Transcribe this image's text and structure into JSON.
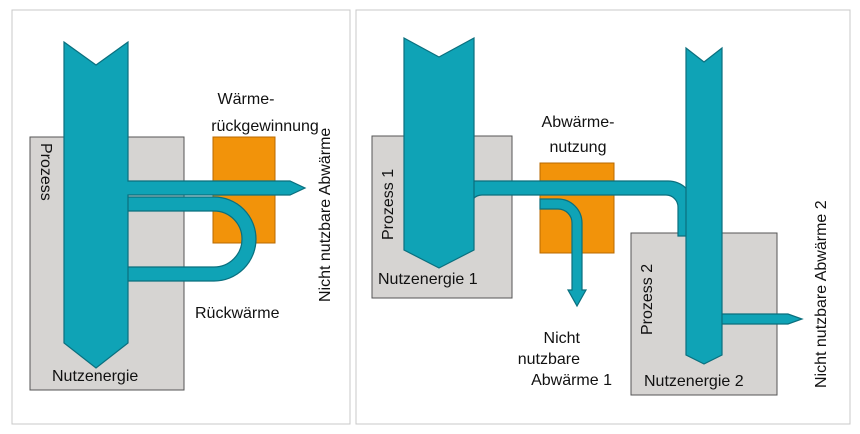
{
  "colors": {
    "flow": "#0fa3b6",
    "flow_stroke": "#0a6f7e",
    "process_box": "#d6d4d2",
    "process_stroke": "#555555",
    "recovery": "#f2930a",
    "recovery_stroke": "#b86a00",
    "panel_border": "#c8c8c8"
  },
  "left_panel": {
    "process_label": "Prozess",
    "useful_energy": "Nutzenergie",
    "recovery_title_1": "Wärme-",
    "recovery_title_2": "rückgewinnung",
    "unusable_waste_heat": "Nicht nutzbare Abwärme",
    "return_heat": "Rückwärme"
  },
  "right_panel": {
    "process1_label": "Prozess 1",
    "useful_energy_1": "Nutzenergie 1",
    "utilization_title_1": "Abwärme-",
    "utilization_title_2": "nutzung",
    "unusable_1_line1": "Nicht",
    "unusable_1_line2": "nutzbare",
    "unusable_1_line3": "Abwärme 1",
    "process2_label": "Prozess 2",
    "useful_energy_2": "Nutzenergie 2",
    "unusable_waste_heat_2": "Nicht nutzbare Abwärme 2"
  }
}
